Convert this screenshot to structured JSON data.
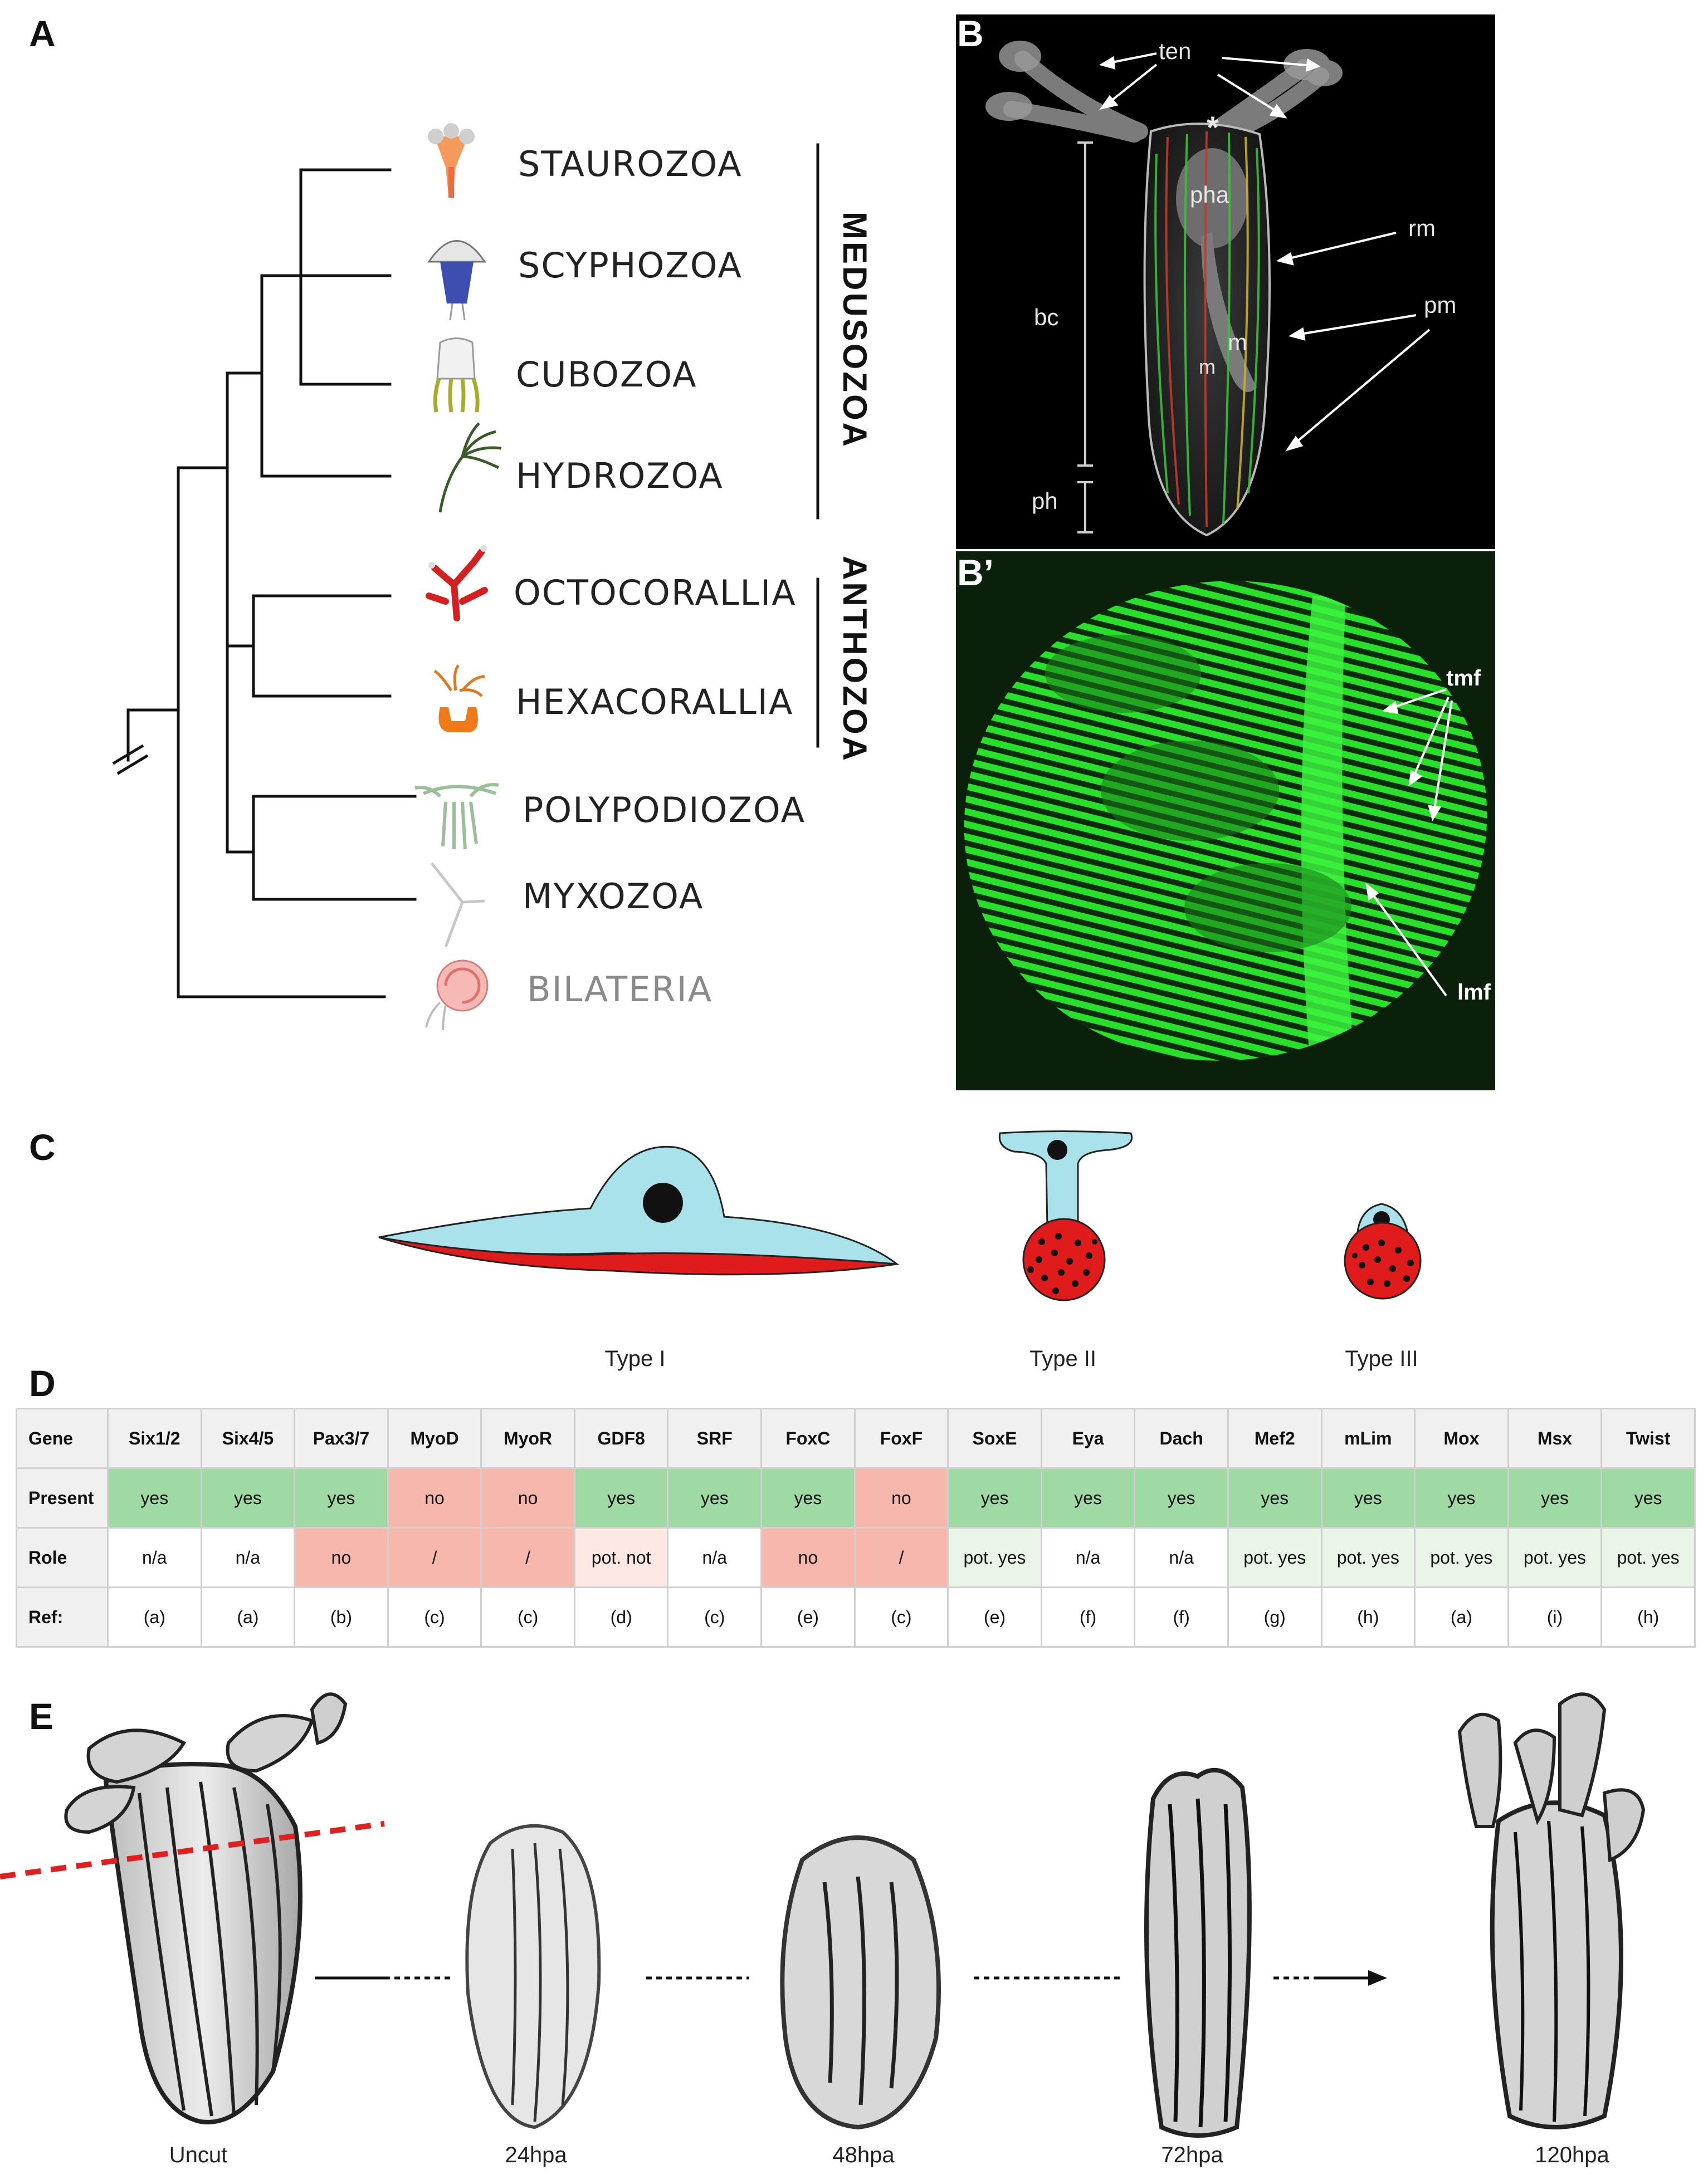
{
  "panels": {
    "A": "A",
    "B": "B",
    "Bp": "B’",
    "C": "C",
    "D": "D",
    "E": "E"
  },
  "taxa": [
    {
      "name": "STAUROZOA",
      "color": "#222222"
    },
    {
      "name": "SCYPHOZOA",
      "color": "#222222"
    },
    {
      "name": "CUBOZOA",
      "color": "#222222"
    },
    {
      "name": "HYDROZOA",
      "color": "#222222"
    },
    {
      "name": "OCTOCORALLIA",
      "color": "#222222"
    },
    {
      "name": "HEXACORALLIA",
      "color": "#222222"
    },
    {
      "name": "POLYPODIOZOA",
      "color": "#222222"
    },
    {
      "name": "MYXOZOA",
      "color": "#222222"
    },
    {
      "name": "BILATERIA",
      "color": "#8a8a8a"
    }
  ],
  "groups": {
    "medusozoa": "MEDUSOZOA",
    "anthozoa": "ANTHOZOA"
  },
  "panelB": {
    "labels": {
      "ten": "ten",
      "star": "*",
      "pha": "pha",
      "rm": "rm",
      "bc": "bc",
      "m1": "m",
      "m2": "m",
      "pm": "pm",
      "ph": "ph"
    }
  },
  "panelBp": {
    "labels": {
      "tmf": "tmf",
      "lmf": "lmf"
    }
  },
  "cell_types": [
    "Type I",
    "Type II",
    "Type III"
  ],
  "table": {
    "row_labels": [
      "Gene",
      "Present",
      "Role",
      "Ref:"
    ],
    "genes": [
      "Six1/2",
      "Six4/5",
      "Pax3/7",
      "MyoD",
      "MyoR",
      "GDF8",
      "SRF",
      "FoxC",
      "FoxF",
      "SoxE",
      "Eya",
      "Dach",
      "Mef2",
      "mLim",
      "Mox",
      "Msx",
      "Twist"
    ],
    "present": [
      "yes",
      "yes",
      "yes",
      "no",
      "no",
      "yes",
      "yes",
      "yes",
      "no",
      "yes",
      "yes",
      "yes",
      "yes",
      "yes",
      "yes",
      "yes",
      "yes"
    ],
    "role": [
      "n/a",
      "n/a",
      "no",
      "/",
      "/",
      "pot. not",
      "n/a",
      "no",
      "/",
      "pot. yes",
      "n/a",
      "n/a",
      "pot. yes",
      "pot. yes",
      "pot. yes",
      "pot. yes",
      "pot. yes"
    ],
    "ref": [
      "(a)",
      "(a)",
      "(b)",
      "(c)",
      "(c)",
      "(d)",
      "(c)",
      "(e)",
      "(c)",
      "(e)",
      "(f)",
      "(f)",
      "(g)",
      "(h)",
      "(a)",
      "(i)",
      "(h)"
    ]
  },
  "stages": [
    "Uncut",
    "24hpa",
    "48hpa",
    "72hpa",
    "120hpa"
  ],
  "colors": {
    "present_yes": "#9fd9a3",
    "absent": "#f7b7ad",
    "role_pot_yes": "#e9f6e7",
    "role_pot_not": "#fde8e4",
    "muscle_green": "#27e02a",
    "cut_line": "#e02020"
  }
}
